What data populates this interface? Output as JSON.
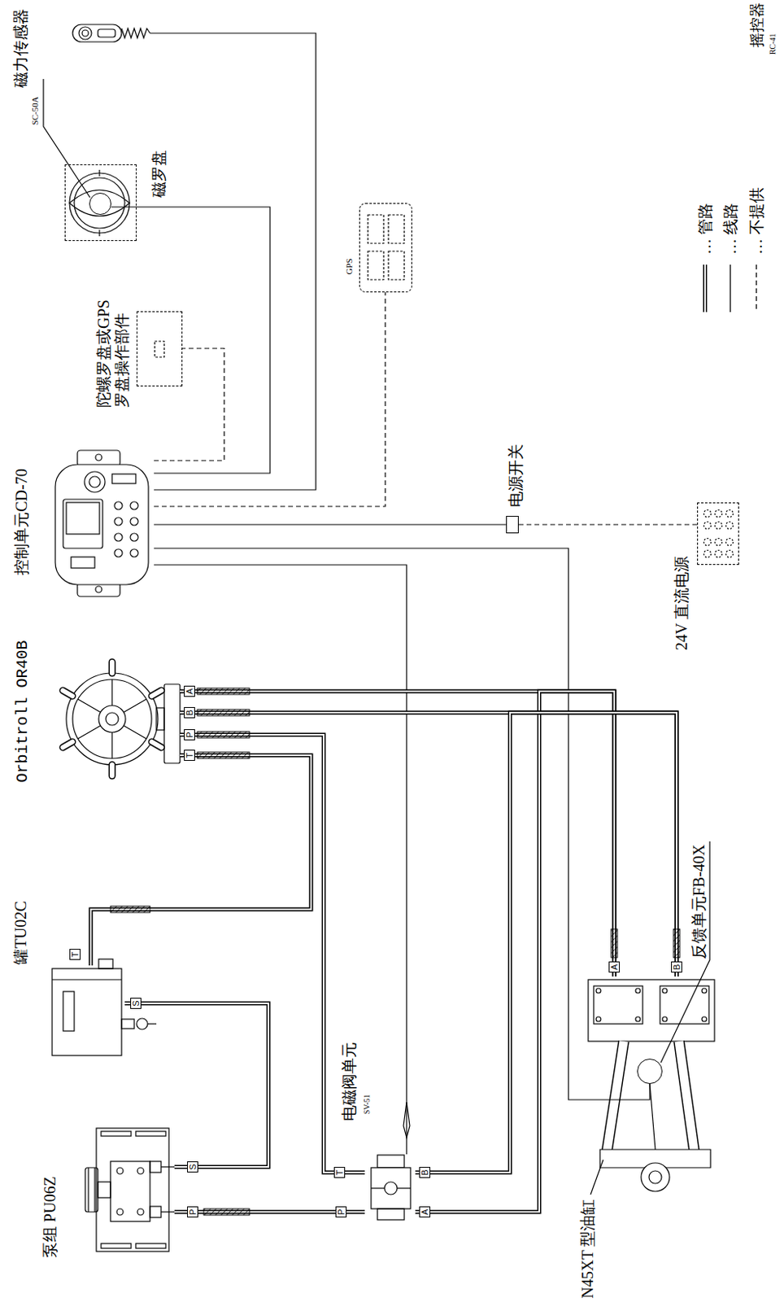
{
  "diagram": {
    "nodes": [
      {
        "text": [
          "摇控器",
          "RC-41"
        ]
      },
      {
        "text": [
          "磁罗盘"
        ]
      },
      {
        "text": [
          "磁力传感器",
          "SC-50A"
        ],
        "in": 1
      },
      {
        "text": [
          "陀螺罗盘或GPS 罗盘操作部件"
        ]
      },
      {
        "text": [
          "GPS"
        ]
      },
      {
        "text": [
          "控制单元CD-70"
        ]
      },
      {
        "text": [
          "电源开关"
        ]
      },
      {
        "text": [
          "24V 直流电源"
        ]
      },
      {
        "text": [
          "Orbitroll OR40B"
        ]
      },
      {
        "text": [
          "罐TU02C"
        ]
      },
      {
        "text": [
          "泵组 PU06Z"
        ]
      },
      {
        "text": [
          "电磁阀单元",
          "SV-51"
        ]
      },
      {
        "text": [
          "N45XT 型油缸"
        ]
      },
      {
        "text": [
          "反馈单元FB-40X"
        ],
        "in": 12
      }
    ],
    "edges": [
      {
        "from": 5,
        "to": 0,
        "arrow": "none"
      },
      {
        "from": 5,
        "to": 2,
        "arrow": "none"
      },
      {
        "from": 5,
        "to": 3,
        "arrow": "none"
      },
      {
        "from": 5,
        "to": 4,
        "arrow": "none"
      },
      {
        "from": 5,
        "to": 6,
        "arrow": "none"
      },
      {
        "from": 6,
        "to": 7,
        "arrow": "none"
      },
      {
        "from": 5,
        "to": 11,
        "arrow": "none"
      },
      {
        "from": 5,
        "to": 13,
        "arrow": "none"
      },
      {
        "from": 8,
        "to": 12,
        "arrow": "none"
      },
      {
        "from": 11,
        "to": 12,
        "arrow": "none"
      },
      {
        "from": 8,
        "to": 12,
        "arrow": "none"
      },
      {
        "from": 11,
        "to": 12,
        "arrow": "none"
      },
      {
        "from": 8,
        "to": 11,
        "arrow": "none"
      },
      {
        "from": 8,
        "to": 9,
        "arrow": "none"
      },
      {
        "from": 10,
        "to": 11,
        "arrow": "none"
      },
      {
        "from": 10,
        "to": 9,
        "arrow": "none"
      }
    ],
    "labels": [
      "A",
      "B",
      "P",
      "T",
      "T",
      "S",
      "S",
      "P",
      "T",
      "B",
      "P",
      "A",
      "A",
      "B"
    ],
    "legend": [
      {
        "text": "… 管路"
      },
      {
        "text": "… 线路"
      },
      {
        "text": "… 不提供"
      }
    ]
  }
}
